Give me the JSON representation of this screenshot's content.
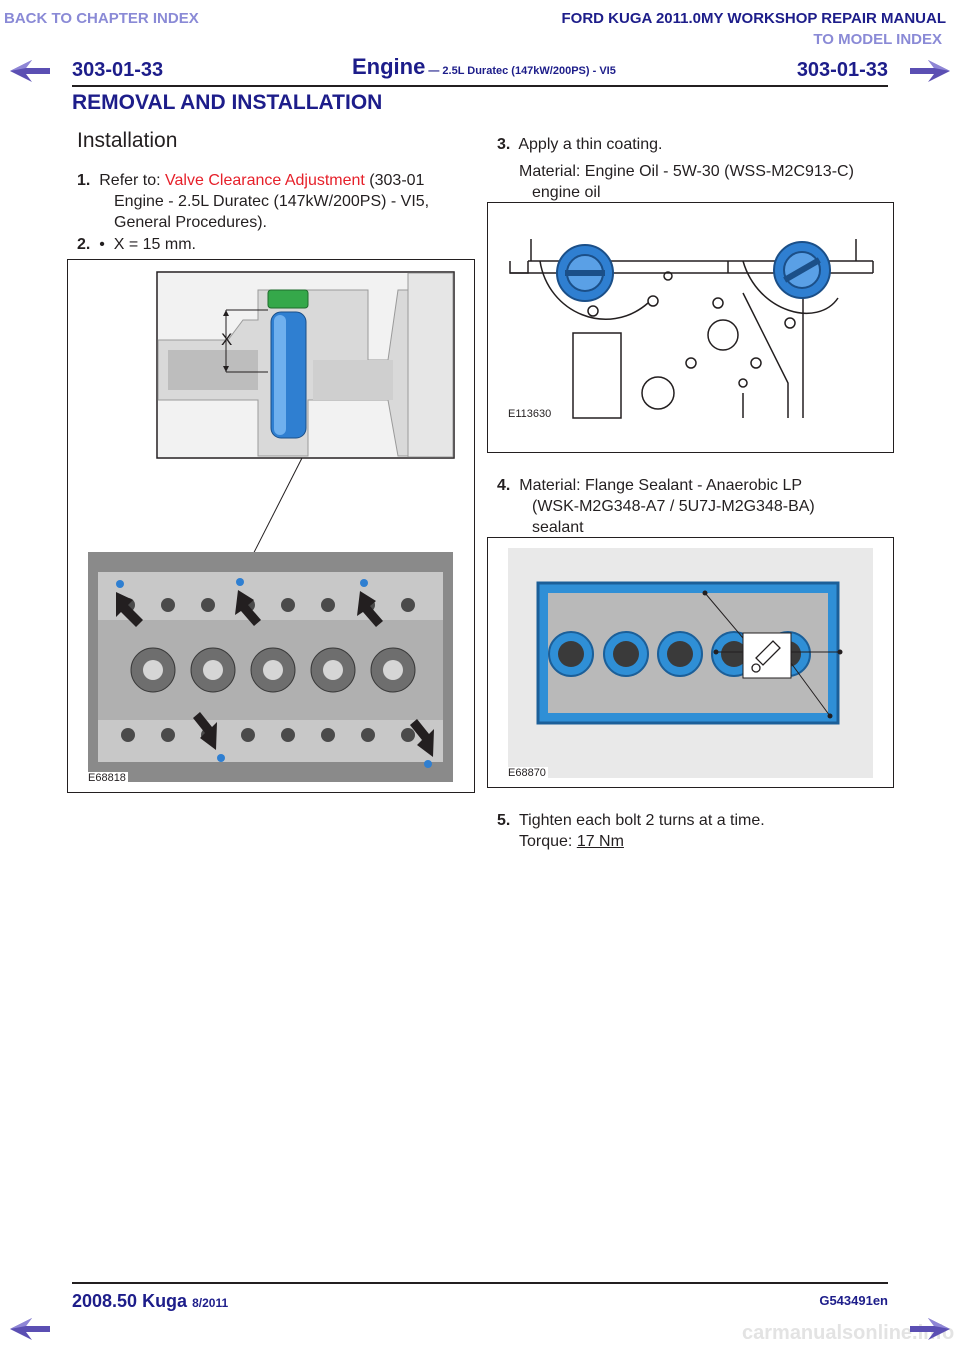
{
  "nav": {
    "back_to_chapter": "BACK TO CHAPTER INDEX",
    "to_model_index": "TO MODEL INDEX",
    "manual_title": "FORD KUGA 2011.0MY WORKSHOP REPAIR MANUAL"
  },
  "header": {
    "page_code_left": "303-01-33",
    "section_title": "Engine",
    "section_subtitle": "— 2.5L Duratec (147kW/200PS) - VI5",
    "page_code_right": "303-01-33",
    "heading": "REMOVAL AND INSTALLATION"
  },
  "content": {
    "installation_heading": "Installation",
    "step1": {
      "num": "1.",
      "prefix": "Refer to: ",
      "link": "Valve Clearance Adjustment",
      "suffix_line1": " (303-01",
      "line2": "Engine - 2.5L Duratec (147kW/200PS) - VI5,",
      "line3": "General Procedures)."
    },
    "step2": {
      "num": "2.",
      "bullet": "•",
      "text": "X = 15 mm."
    },
    "figure1": {
      "code": "E68818",
      "label": "X"
    },
    "step3": {
      "num": "3.",
      "text": "Apply a thin coating.",
      "material_line1": "Material: Engine Oil - 5W-30 (WSS-M2C913-C)",
      "material_line2": "engine oil"
    },
    "figure2": {
      "code": "E113630"
    },
    "step4": {
      "num": "4.",
      "line1": "Material: Flange Sealant - Anaerobic LP",
      "line2": "(WSK-M2G348-A7 / 5U7J-M2G348-BA)",
      "line3": "sealant"
    },
    "figure3": {
      "code": "E68870"
    },
    "step5": {
      "num": "5.",
      "text": "Tighten each bolt 2 turns at a time.",
      "torque_label": "Torque: ",
      "torque_value": "17 Nm"
    }
  },
  "footer": {
    "model": "2008.50 Kuga",
    "date": "8/2011",
    "doc_id": "G543491en",
    "watermark": "carmanualsonline.info"
  }
}
